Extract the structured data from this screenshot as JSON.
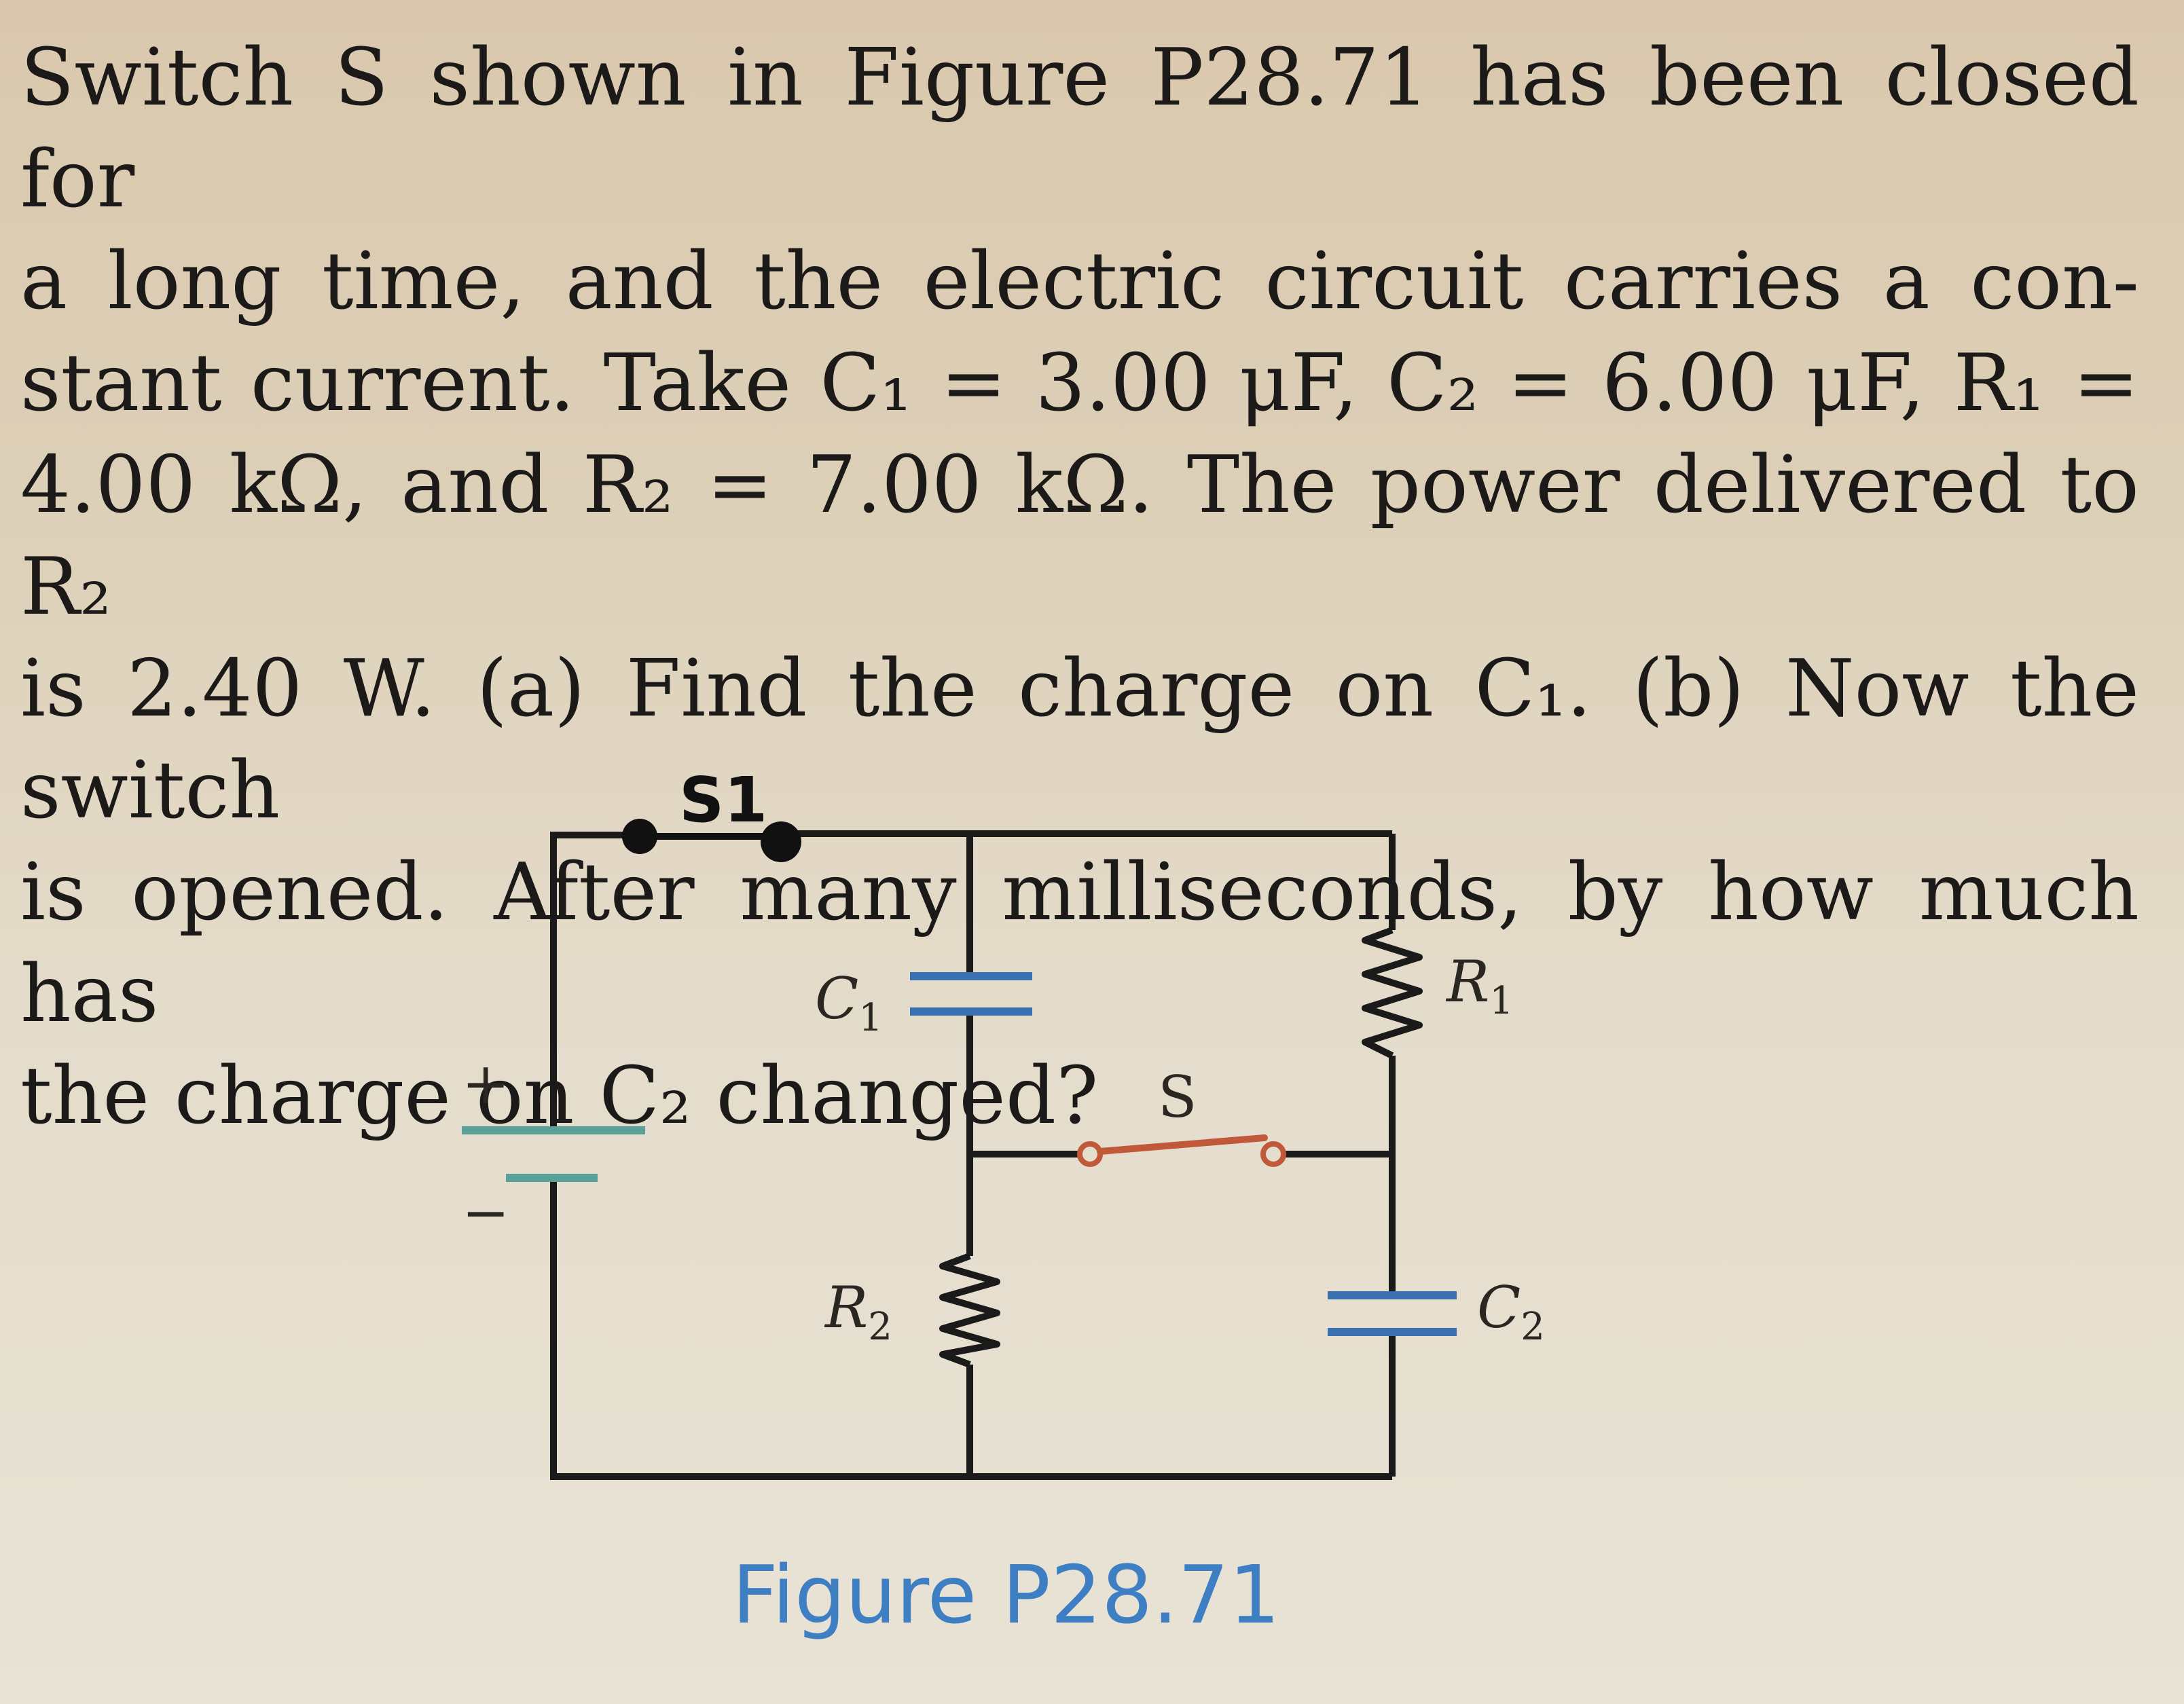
{
  "problem": {
    "lines": [
      "Switch S shown in Figure P28.71 has been closed for",
      "a long time, and the electric circuit carries a con-",
      "stant current. Take C₁ = 3.00 μF, C₂ = 6.00 μF, R₁ =",
      "4.00 kΩ, and R₂ = 7.00 kΩ. The power delivered to R₂",
      "is 2.40 W. (a) Find the charge on C₁. (b) Now the switch",
      "is opened. After many milliseconds, by how much has",
      "the charge on C₂ changed?"
    ]
  },
  "figure": {
    "handwritten_label": "S1",
    "battery_plus": "+",
    "battery_minus": "−",
    "c1_label": "C",
    "c1_sub": "1",
    "r1_label": "R",
    "r1_sub": "1",
    "switch_label": "S",
    "r2_label": "R",
    "r2_sub": "2",
    "c2_label": "C",
    "c2_sub": "2",
    "caption": "Figure P28.71"
  },
  "colors": {
    "wire": "#1a1a1a",
    "switch_arm": "#c0583a",
    "capacitor_plate": "#3a6fb0",
    "battery_plate": "#5aa19a",
    "caption": "#3e7fc4",
    "text": "#1c1a18"
  }
}
